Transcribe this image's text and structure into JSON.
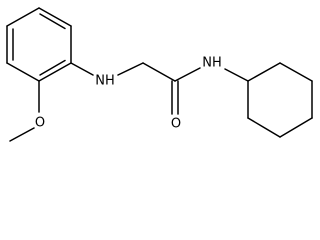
{
  "atoms": {
    "nh_amine": "NH",
    "oxygen_methoxy": "O",
    "oxygen_carbonyl": "O",
    "nh_amide": "NH"
  }
}
